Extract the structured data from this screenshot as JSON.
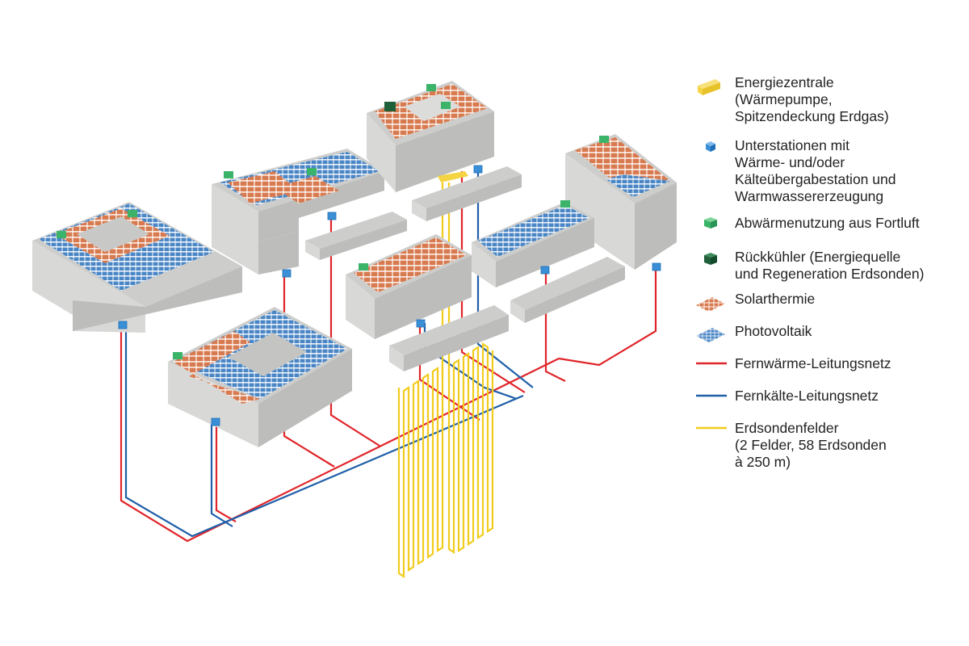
{
  "colors": {
    "building_top": "#cdcecc",
    "building_left": "#d8d9d7",
    "building_right": "#bdbebc",
    "solar_thermal": "#d87a4f",
    "photovoltaic": "#4a86c5",
    "substation": "#3a8fd6",
    "waste_heat": "#3bb46a",
    "recooler": "#1f5f3a",
    "energy_center": "#f5d443",
    "district_heating": "#e0252a",
    "district_cooling": "#1f5fa8",
    "borehole": "#f2cc1c"
  },
  "legend": {
    "items": [
      {
        "id": "energiezentrale",
        "icon": "energy-center-icon",
        "label": "Energiezentrale\n(Wärmepumpe,\nSpitzendeckung Erdgas)"
      },
      {
        "id": "unterstationen",
        "icon": "substation-icon",
        "label": "Unterstationen mit\nWärme- und/oder\nKälteübergabestation und\nWarmwassererzeugung"
      },
      {
        "id": "abwaerme",
        "icon": "waste-heat-icon",
        "label": "Abwärmenutzung aus Fortluft"
      },
      {
        "id": "rueckkuehler",
        "icon": "recooler-icon",
        "label": "Rückkühler (Energiequelle\nund Regeneration Erdsonden)"
      },
      {
        "id": "solarthermie",
        "icon": "solar-thermal-icon",
        "label": "Solarthermie"
      },
      {
        "id": "photovoltaik",
        "icon": "photovoltaic-icon",
        "label": "Photovoltaik"
      },
      {
        "id": "fernwaerme",
        "icon": "heating-line-icon",
        "label": "Fernwärme-Leitungsnetz"
      },
      {
        "id": "fernkaelte",
        "icon": "cooling-line-icon",
        "label": "Fernkälte-Leitungsnetz"
      },
      {
        "id": "erdsonden",
        "icon": "borehole-line-icon",
        "label": "Erdsondenfelder\n(2 Felder, 58 Erdsonden\nà 250 m)"
      }
    ]
  }
}
